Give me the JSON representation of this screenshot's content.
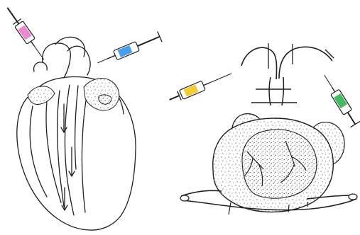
{
  "colors": {
    "background": "#ffffff",
    "ink": "#1f1f1f",
    "syringe_1_fluid": "#e98ad0",
    "syringe_2_fluid": "#4a9fe8",
    "syringe_3_fluid": "#f2cc39",
    "syringe_4_fluid": "#47b863",
    "stipple": "#4b4b4b"
  },
  "illustration": {
    "left_subject": "human-heart-outline",
    "right_subject": "stippled-heart-with-vessels",
    "syringe_count": 4
  }
}
